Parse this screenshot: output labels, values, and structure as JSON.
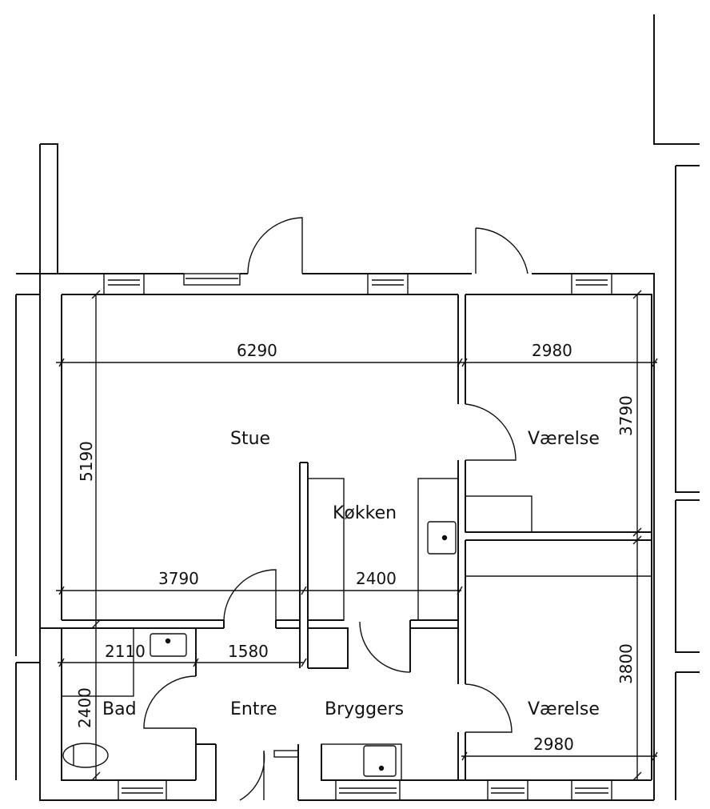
{
  "rooms": {
    "stue": "Stue",
    "vaerelse_upper": "Værelse",
    "kokken": "Køkken",
    "bad": "Bad",
    "entre": "Entre",
    "bryggers": "Bryggers",
    "vaerelse_lower": "Værelse"
  },
  "dimensions": {
    "stue_width": "6290",
    "vaerelse_upper_width": "2980",
    "vaerelse_upper_depth": "3790",
    "stue_depth": "5190",
    "stue_lower_width": "3790",
    "kokken_width": "2400",
    "bad_width": "2110",
    "entre_width": "1580",
    "bad_depth": "2400",
    "vaerelse_lower_depth": "3800",
    "vaerelse_lower_width": "2980"
  }
}
